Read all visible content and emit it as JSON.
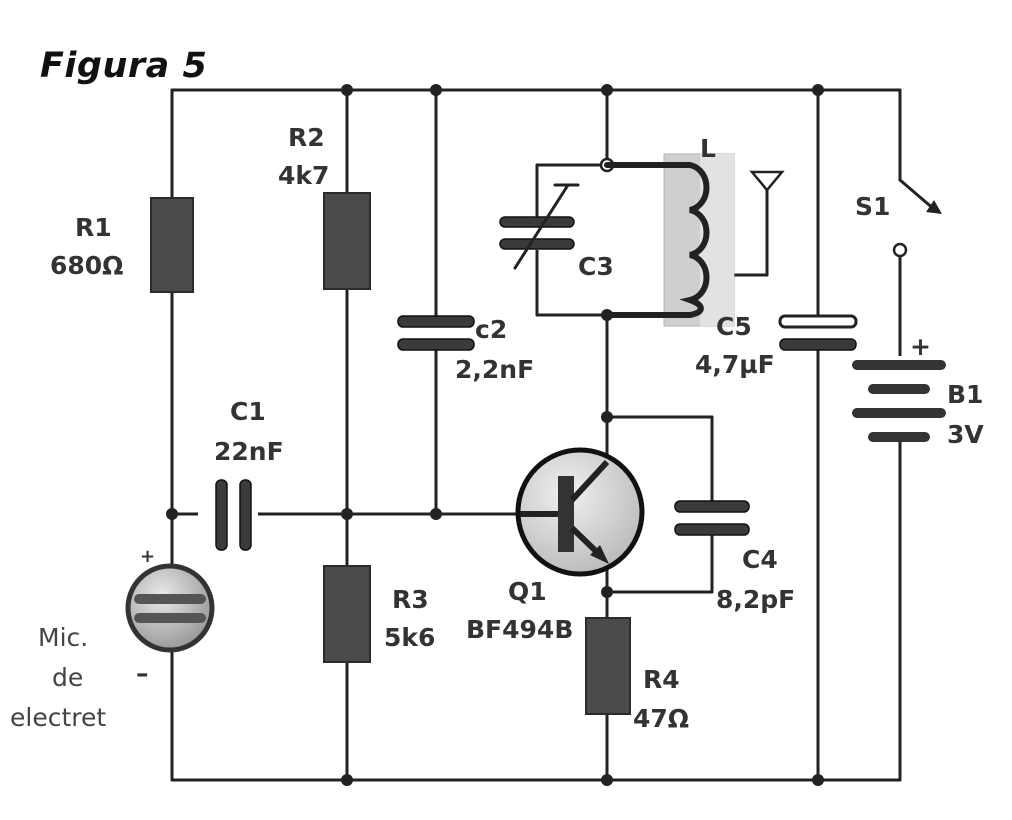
{
  "title": "Figura 5",
  "components": {
    "r1": {
      "name": "R1",
      "value": "680Ω"
    },
    "r2": {
      "name": "R2",
      "value": "4k7"
    },
    "r3": {
      "name": "R3",
      "value": "5k6"
    },
    "r4": {
      "name": "R4",
      "value": "47Ω"
    },
    "c1": {
      "name": "C1",
      "value": "22nF"
    },
    "c2": {
      "name": "c2",
      "value": "2,2nF"
    },
    "c3": {
      "name": "C3"
    },
    "c4": {
      "name": "C4",
      "value": "8,2pF"
    },
    "c5": {
      "name": "C5",
      "value": "4,7µF"
    },
    "l": {
      "name": "L"
    },
    "q1": {
      "name": "Q1",
      "value": "BF494B"
    },
    "s1": {
      "name": "S1"
    },
    "b1": {
      "name": "B1",
      "value": "3V",
      "plus": "+"
    },
    "mic": {
      "line1": "Mic.",
      "line2": "de",
      "line3": "electret",
      "plus": "+",
      "minus": "–"
    }
  },
  "colors": {
    "wire": "#222222",
    "component": "#4a4a4a",
    "coil_bg": "#cfcfcf"
  }
}
